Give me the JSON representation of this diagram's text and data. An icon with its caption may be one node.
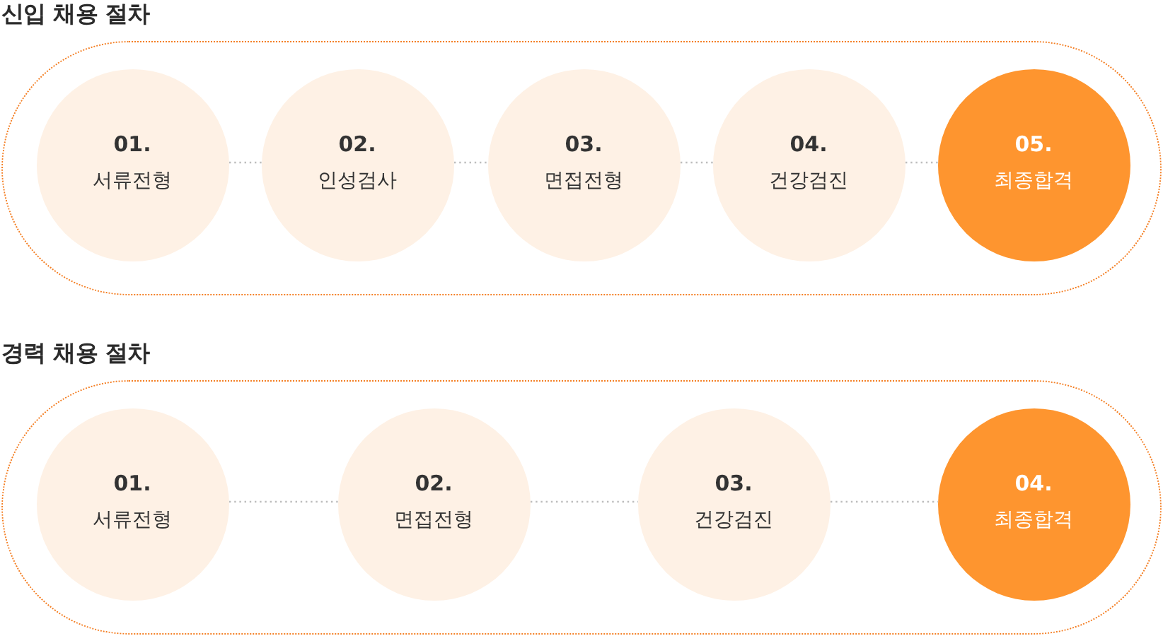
{
  "diagram": {
    "nodes": [
      {
        "text": [
          "신입 채용 절차"
        ]
      },
      {
        "text": [
          "01.",
          "서류전형"
        ],
        "in": 0
      },
      {
        "text": [
          "02.",
          "인성검사"
        ],
        "in": 0
      },
      {
        "text": [
          "03.",
          "면접전형"
        ],
        "in": 0
      },
      {
        "text": [
          "04.",
          "건강검진"
        ],
        "in": 0
      },
      {
        "text": [
          "05.",
          "최종합격"
        ],
        "in": 0
      },
      {
        "text": [
          "경력 채용 절차"
        ]
      },
      {
        "text": [
          "01.",
          "서류전형"
        ],
        "in": 6
      },
      {
        "text": [
          "02.",
          "면접전형"
        ],
        "in": 6
      },
      {
        "text": [
          "03.",
          "건강검진"
        ],
        "in": 6
      },
      {
        "text": [
          "04.",
          "최종합격"
        ],
        "in": 6
      }
    ],
    "edges": [
      {
        "from": 1,
        "to": 2,
        "arrow": "none"
      },
      {
        "from": 2,
        "to": 3,
        "arrow": "none"
      },
      {
        "from": 3,
        "to": 4,
        "arrow": "none"
      },
      {
        "from": 4,
        "to": 5,
        "arrow": "none"
      },
      {
        "from": 7,
        "to": 8,
        "arrow": "none"
      },
      {
        "from": 8,
        "to": 9,
        "arrow": "none"
      },
      {
        "from": 9,
        "to": 10,
        "arrow": "none"
      }
    ]
  }
}
